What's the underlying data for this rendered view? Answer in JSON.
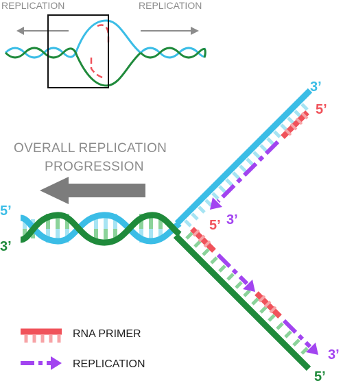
{
  "colors": {
    "cyan": "#3bbde6",
    "cyan_light": "#a7e4f3",
    "green": "#1f8a3b",
    "green_light": "#8bd39a",
    "red": "#f0525a",
    "red_light": "#f7a3a6",
    "purple": "#a244f0",
    "gray": "#7c7c7c"
  },
  "top_panel": {
    "left_label": "REPLICATION",
    "right_label": "REPLICATION"
  },
  "main": {
    "overall_line1": "OVERALL REPLICATION",
    "overall_line2": "PROGRESSION",
    "left_top_label": "5’",
    "left_bottom_label": "3’",
    "upper_end_label": "3’",
    "upper_primer_label": "5’",
    "upper_new_strand_end": "3’",
    "lower_primer_label": "5’",
    "lower_new_strand_end": "3’",
    "lower_end_label": "5’"
  },
  "legend": {
    "primer_label": "RNA PRIMER",
    "replication_label": "REPLICATION"
  }
}
